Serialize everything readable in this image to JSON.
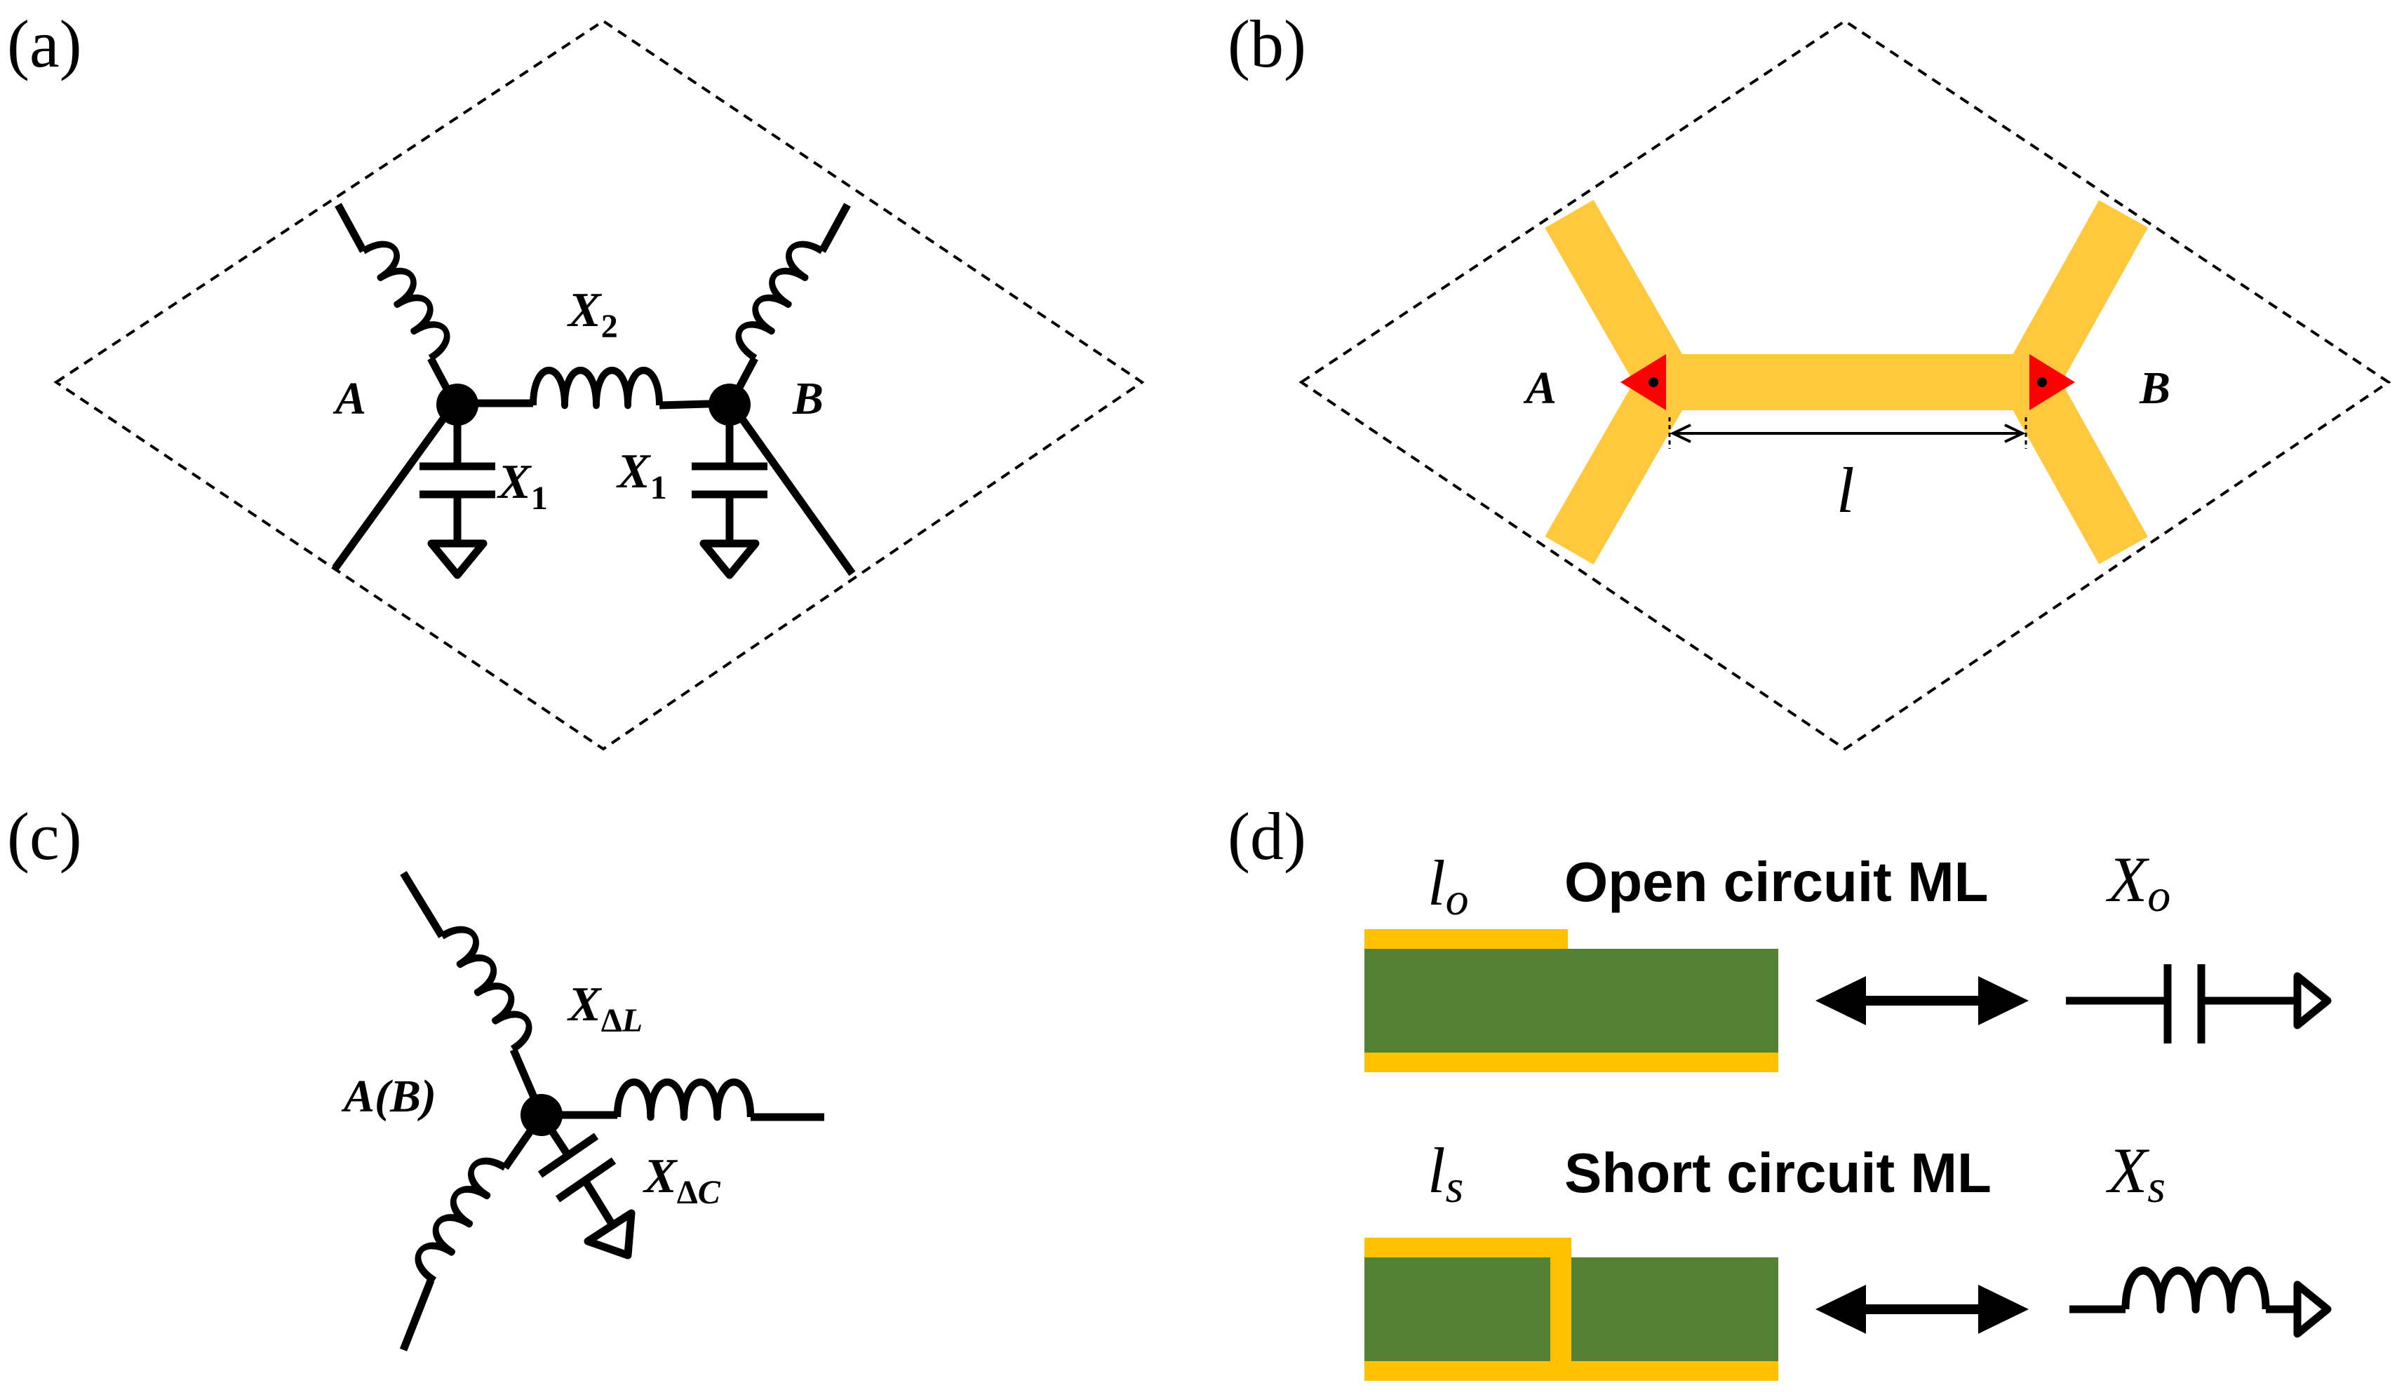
{
  "panels": {
    "a": {
      "tag": "(a)",
      "node_a": "A",
      "node_b": "B",
      "x2": {
        "base": "X",
        "sub": "2"
      },
      "x1_left": {
        "base": "X",
        "sub": "1"
      },
      "x1_right": {
        "base": "X",
        "sub": "1"
      }
    },
    "b": {
      "tag": "(b)",
      "node_a": "A",
      "node_b": "B",
      "length": "l"
    },
    "c": {
      "tag": "(c)",
      "node": "A(B)",
      "x_dl": {
        "base": "X",
        "sub_delta": "Δ",
        "sub_letter": "L"
      },
      "x_dc": {
        "base": "X",
        "sub_delta": "Δ",
        "sub_letter": "C"
      }
    },
    "d": {
      "tag": "(d)",
      "open": {
        "l_base": "l",
        "l_sub": "o",
        "label": "Open circuit ML",
        "x_base": "X",
        "x_sub": "o"
      },
      "short": {
        "l_base": "l",
        "l_sub": "s",
        "label": "Short circuit ML",
        "x_base": "X",
        "x_sub": "s"
      }
    }
  },
  "colors": {
    "line": "#000000",
    "microstrip": "#FFC83D",
    "port_marker": "#FF0000",
    "metal": "#FFC000",
    "substrate": "#548235"
  }
}
